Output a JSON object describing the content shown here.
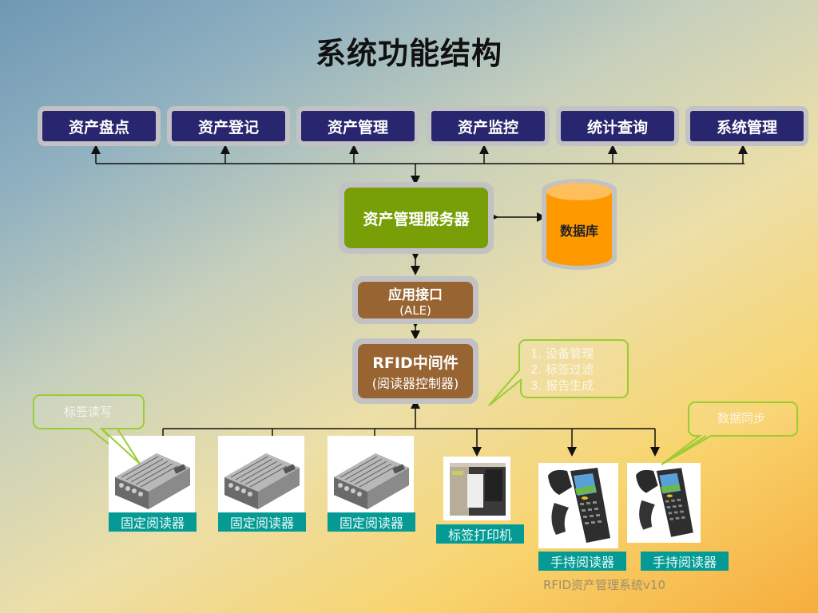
{
  "title": "系统功能结构",
  "modules": [
    "资产盘点",
    "资产登记",
    "资产管理",
    "资产监控",
    "统计查询",
    "系统管理"
  ],
  "server": {
    "label": "资产管理服务器",
    "color": "#789f07"
  },
  "database": {
    "label": "数据库",
    "color": "#fe9a00"
  },
  "ale": {
    "line1": "应用接口",
    "line2": "(ALE)"
  },
  "middleware": {
    "line1": "RFID中间件",
    "line2": "(阅读器控制器)"
  },
  "callouts": {
    "middleware_functions": [
      "1. 设备管理",
      "2. 标签过滤",
      "3. 报告生成"
    ],
    "tag_rw": "标签读写",
    "data_sync": "数据同步"
  },
  "devices": [
    {
      "type": "fixed-reader-icon",
      "label": "固定阅读器"
    },
    {
      "type": "fixed-reader-icon",
      "label": "固定阅读器"
    },
    {
      "type": "fixed-reader-icon",
      "label": "固定阅读器"
    },
    {
      "type": "label-printer-icon",
      "label": "标签打印机"
    },
    {
      "type": "handheld-reader-icon",
      "label": "手持阅读器"
    },
    {
      "type": "handheld-reader-icon",
      "label": "手持阅读器"
    }
  ],
  "colors": {
    "module_bg": "#27266f",
    "node_brown": "#986432",
    "device_label_bg": "#069a94",
    "callout_border": "#9acd32"
  },
  "footer": "RFID资产管理系统v10"
}
